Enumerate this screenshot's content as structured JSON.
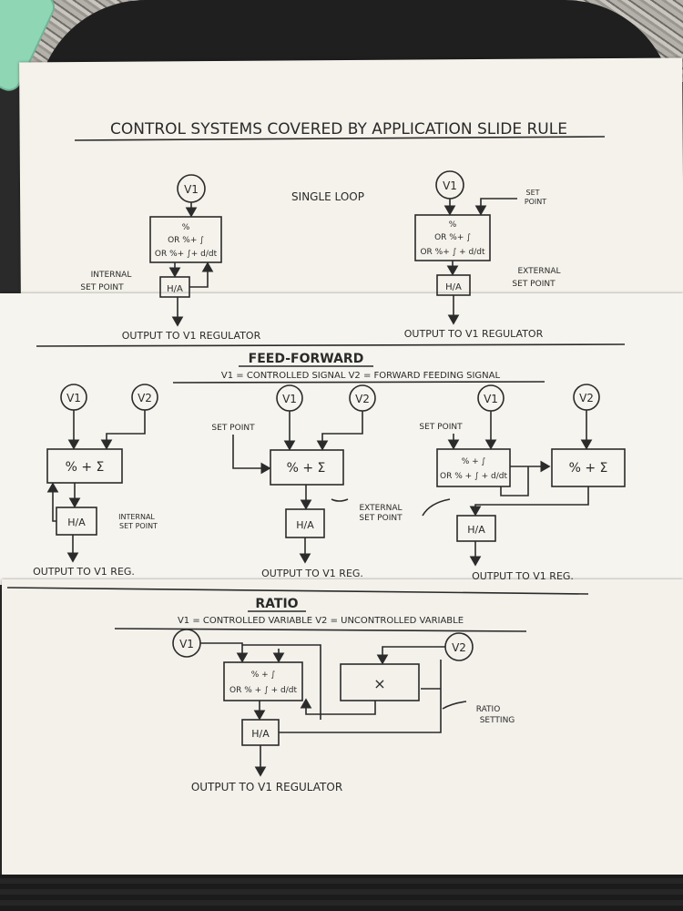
{
  "title": "CONTROL SYSTEMS COVERED BY APPLICATION SLIDE RULE",
  "single_loop": {
    "heading": "SINGLE LOOP",
    "left": {
      "v1": "V1",
      "ctrl_lines": [
        "%",
        "OR %+ ∫",
        "OR %+ ∫+ d/dt"
      ],
      "ha": "H/A",
      "setpoint": [
        "INTERNAL",
        "SET POINT"
      ],
      "output": "OUTPUT TO V1 REGULATOR"
    },
    "right": {
      "v1": "V1",
      "set_label": [
        "SET",
        "POINT"
      ],
      "ctrl_lines": [
        "%",
        "OR %+ ∫",
        "OR %+ ∫ + d/dt"
      ],
      "ha": "H/A",
      "setpoint": [
        "EXTERNAL",
        "SET POINT"
      ],
      "output": "OUTPUT TO V1 REGULATOR"
    }
  },
  "feed_forward": {
    "heading": "FEED-FORWARD",
    "subtitle": "V1 = CONTROLLED SIGNAL    V2 = FORWARD FEEDING SIGNAL",
    "a": {
      "v1": "V1",
      "v2": "V2",
      "box": "% + Σ",
      "ha": "H/A",
      "setpoint": [
        "INTERNAL",
        "SET POINT"
      ],
      "output": "OUTPUT TO V1 REG."
    },
    "b": {
      "v1": "V1",
      "v2": "V2",
      "setpoint_top": "SET POINT",
      "box": "% + Σ",
      "ha": "H/A",
      "setpoint": [
        "EXTERNAL",
        "SET POINT"
      ],
      "output": "OUTPUT TO V1 REG."
    },
    "c": {
      "v1": "V1",
      "v2": "V2",
      "setpoint_top": "SET POINT",
      "box1": [
        "% + ∫",
        "OR % + ∫ + d/dt"
      ],
      "box2": "% + Σ",
      "ha": "H/A",
      "output": "OUTPUT TO V1 REG."
    }
  },
  "ratio": {
    "heading": "RATIO",
    "subtitle": "V1 = CONTROLLED VARIABLE    V2 = UNCONTROLLED VARIABLE",
    "v1": "V1",
    "v2": "V2",
    "ctrl_lines": [
      "% + ∫",
      "OR % + ∫ + d/dt"
    ],
    "mult": "×",
    "ratio_setting": [
      "RATIO",
      "SETTING"
    ],
    "ha": "H/A",
    "output": "OUTPUT TO V1 REGULATOR"
  }
}
